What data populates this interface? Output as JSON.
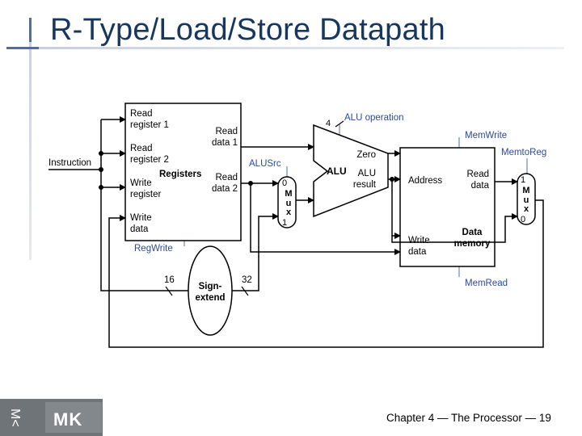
{
  "title": "R-Type/Load/Store Datapath",
  "footer": "Chapter 4 — The Processor — 19",
  "registers": {
    "read_register_1": [
      "Read",
      "register 1"
    ],
    "read_register_2": [
      "Read",
      "register 2"
    ],
    "write_register": [
      "Write",
      "register"
    ],
    "write_data": [
      "Write",
      "data"
    ],
    "read_data_1": [
      "Read",
      "data 1"
    ],
    "read_data_2": [
      "Read",
      "data 2"
    ],
    "name": "Registers"
  },
  "instruction_label": "Instruction",
  "regwrite_label": "RegWrite",
  "alusrc_label": "ALUSrc",
  "alu_operation_label": "ALU operation",
  "alu_op_width": "4",
  "alu": {
    "name": "ALU",
    "zero": "Zero",
    "result": [
      "ALU",
      "result"
    ]
  },
  "mux_left": {
    "top": "0",
    "letters": [
      "M",
      "u",
      "x"
    ],
    "bottom": "1"
  },
  "mux_right": {
    "top": "1",
    "letters": [
      "M",
      "u",
      "x"
    ],
    "bottom": "0"
  },
  "memory": {
    "address": "Address",
    "read_data": [
      "Read",
      "data"
    ],
    "write_data": [
      "Write",
      "data"
    ],
    "name": [
      "Data",
      "memory"
    ]
  },
  "memwrite_label": "MemWrite",
  "memtoreg_label": "MemtoReg",
  "memread_label": "MemRead",
  "sign_extend": {
    "name": [
      "Sign-",
      "extend"
    ],
    "in_width": "16",
    "out_width": "32"
  },
  "logo": {
    "text": "MK",
    "side_text": "M<"
  }
}
